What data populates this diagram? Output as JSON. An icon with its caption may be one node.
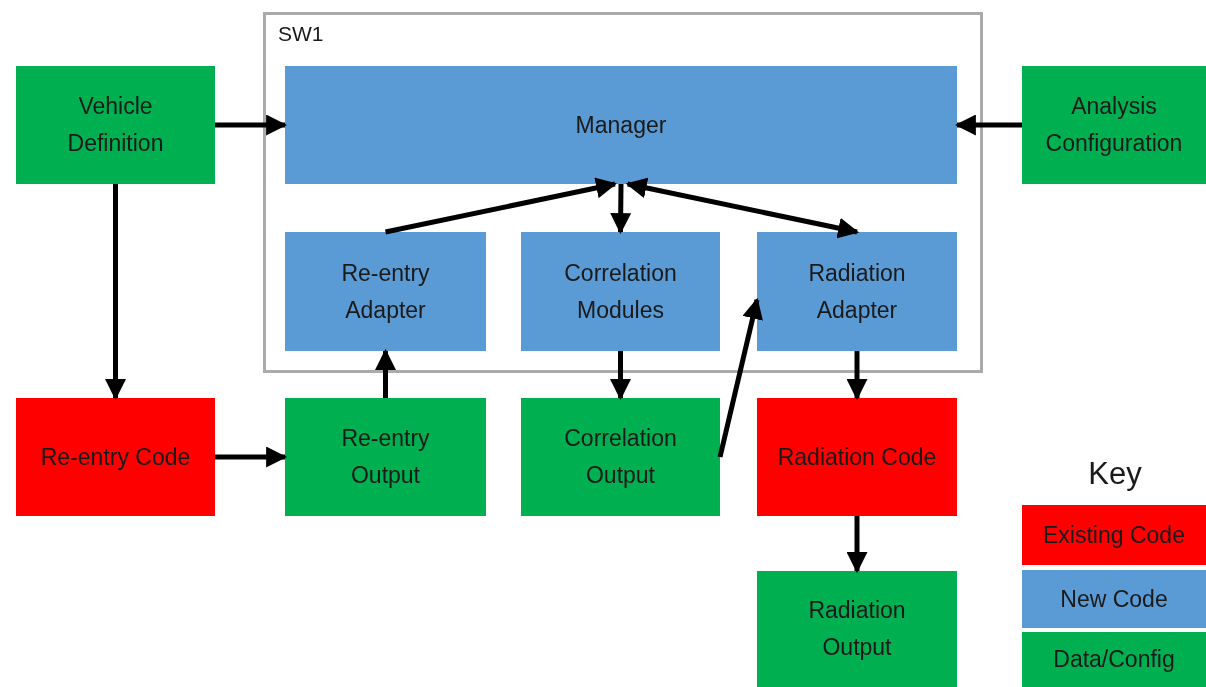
{
  "diagram": {
    "nodes": [
      {
        "text": [
          "SW1"
        ]
      },
      {
        "text": [
          "Vehicle Definition"
        ]
      },
      {
        "text": [
          "Manager"
        ],
        "in": 0
      },
      {
        "text": [
          "Analysis Configuration"
        ]
      },
      {
        "text": [
          "Re-entry Adapter"
        ],
        "in": 0
      },
      {
        "text": [
          "Correlation Modules"
        ],
        "in": 0
      },
      {
        "text": [
          "Radiation Adapter"
        ],
        "in": 0
      },
      {
        "text": [
          "Re-entry Code"
        ]
      },
      {
        "text": [
          "Re-entry Output"
        ]
      },
      {
        "text": [
          "Correlation Output"
        ]
      },
      {
        "text": [
          "Radiation Code"
        ]
      },
      {
        "text": [
          "Radiation Output"
        ]
      }
    ],
    "edges": [
      {
        "from": 1,
        "to": 2,
        "arrow": "to"
      },
      {
        "from": 3,
        "to": 2,
        "arrow": "to"
      },
      {
        "from": 1,
        "to": 7,
        "arrow": "to"
      },
      {
        "from": 4,
        "to": 2,
        "arrow": "to"
      },
      {
        "from": 2,
        "to": 5,
        "arrow": "to"
      },
      {
        "from": 2,
        "to": 6,
        "arrow": "both"
      },
      {
        "from": 7,
        "to": 8,
        "arrow": "to"
      },
      {
        "from": 8,
        "to": 4,
        "arrow": "to"
      },
      {
        "from": 5,
        "to": 9,
        "arrow": "to"
      },
      {
        "from": 9,
        "to": 6,
        "arrow": "to"
      },
      {
        "from": 6,
        "to": 10,
        "arrow": "to"
      },
      {
        "from": 10,
        "to": 11,
        "arrow": "to"
      }
    ],
    "labels": [
      "Key"
    ],
    "legend": [
      {
        "text": "Existing Code",
        "color": "#ff0000"
      },
      {
        "text": "New Code",
        "color": "#5b9bd5"
      },
      {
        "text": "Data/Config",
        "color": "#00b050"
      }
    ]
  }
}
